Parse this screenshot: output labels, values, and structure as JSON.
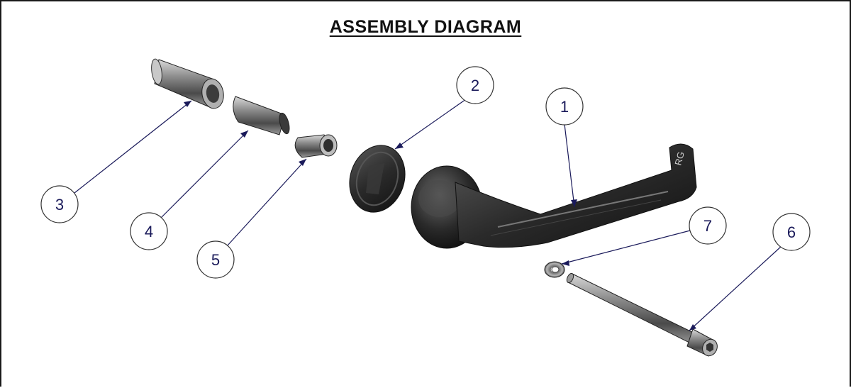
{
  "title": "ASSEMBLY DIAGRAM",
  "callouts": {
    "c1": "1",
    "c2": "2",
    "c3": "3",
    "c4": "4",
    "c5": "5",
    "c6": "6",
    "c7": "7"
  },
  "lever_mark": "RG",
  "colors": {
    "leader": "#1a1a5a",
    "part_dark": "#2b2b2b",
    "part_metal": "#8a8a8a"
  }
}
